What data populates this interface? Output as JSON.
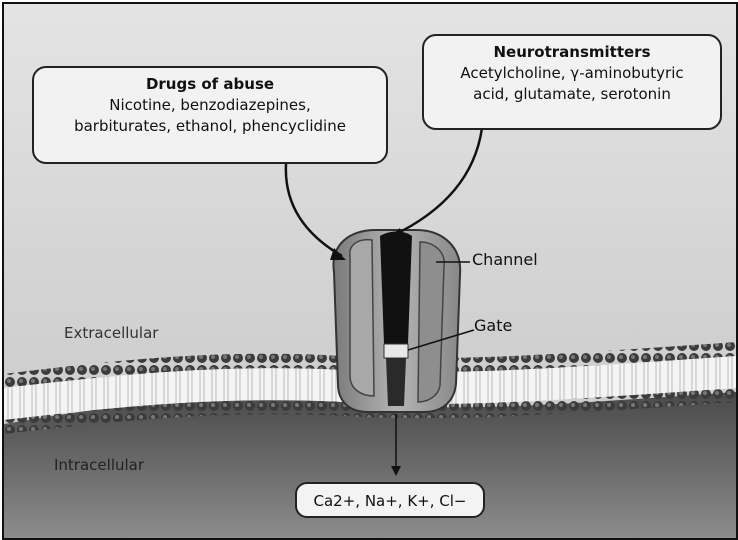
{
  "callouts": {
    "drugs": {
      "title": "Drugs of abuse",
      "line1": "Nicotine, benzodiazepines,",
      "line2": "barbiturates, ethanol, phencyclidine"
    },
    "neurotransmitters": {
      "title": "Neurotransmitters",
      "line1": "Acetylcholine, γ-aminobutyric",
      "line2": "acid, glutamate, serotonin"
    }
  },
  "labels": {
    "channel": "Channel",
    "gate": "Gate",
    "extracellular": "Extracellular",
    "intracellular": "Intracellular"
  },
  "ions": "Ca2+, Na+, K+, Cl−",
  "colors": {
    "background_top": "#dedede",
    "intracellular": "#5a5a5a",
    "membrane_head": "#3a3a3a",
    "channel_body": "#9a9a9a",
    "pore": "#111111",
    "callout_fill": "#f2f2f2"
  }
}
